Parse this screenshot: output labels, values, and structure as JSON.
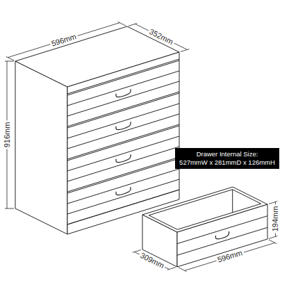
{
  "diagram": {
    "nodes": [
      {
        "text": [
          "Drawer Internal Size:",
          "527mmW x 281mmD x 126mmH"
        ]
      }
    ],
    "edges": [],
    "labels": [
      "596mm",
      "352mm",
      "916mm",
      "194mm",
      "309mm",
      "596mm"
    ]
  }
}
